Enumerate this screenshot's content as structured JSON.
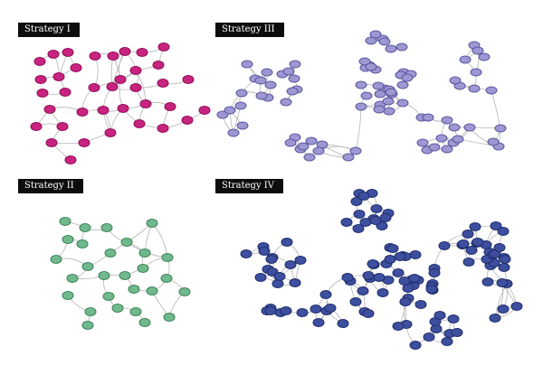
{
  "panels": [
    {
      "label": "Strategy I",
      "fill": "#c8237f",
      "stroke": "#8f0f58"
    },
    {
      "label": "Strategy III",
      "fill": "#9d98d3",
      "stroke": "#5a549c"
    },
    {
      "label": "Strategy II",
      "fill": "#6fb98c",
      "stroke": "#3e8258"
    },
    {
      "label": "Strategy IV",
      "fill": "#3e4f9f",
      "stroke": "#1f2d6b"
    }
  ]
}
